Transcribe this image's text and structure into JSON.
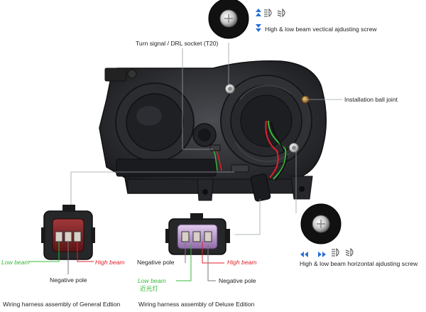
{
  "callouts": {
    "turn_signal": "Turn signal / DRL socket (T20)",
    "vertical_screw": "High & low beam vectical ajdusting screw",
    "ball_joint": "Installation ball joint",
    "horizontal_screw": "High & low beam horizontal ajdusting screw"
  },
  "general": {
    "low_beam": "Low beam",
    "high_beam": "High beam",
    "negative": "Negative pole",
    "caption": "Wiring harness assembly of General Edtion"
  },
  "deluxe": {
    "negative": "Negative pole",
    "low_beam": "Low beam",
    "low_beam_cn": "近光灯",
    "high_beam": "High beam",
    "negative_2": "Negative pole",
    "caption": "Wiring harness assembly of Deluxe Edition"
  },
  "colors": {
    "red_wire": "#e0202a",
    "green_wire": "#39b83a",
    "pointer_blue": "#2a6fd6",
    "housing": "#2b2d31",
    "connector_red": "#7a1f22",
    "connector_purple": "#b58fcf"
  },
  "icons": [
    "up-down-arrows-icon",
    "left-right-arrows-icon",
    "high-beam-icon",
    "low-beam-icon"
  ]
}
